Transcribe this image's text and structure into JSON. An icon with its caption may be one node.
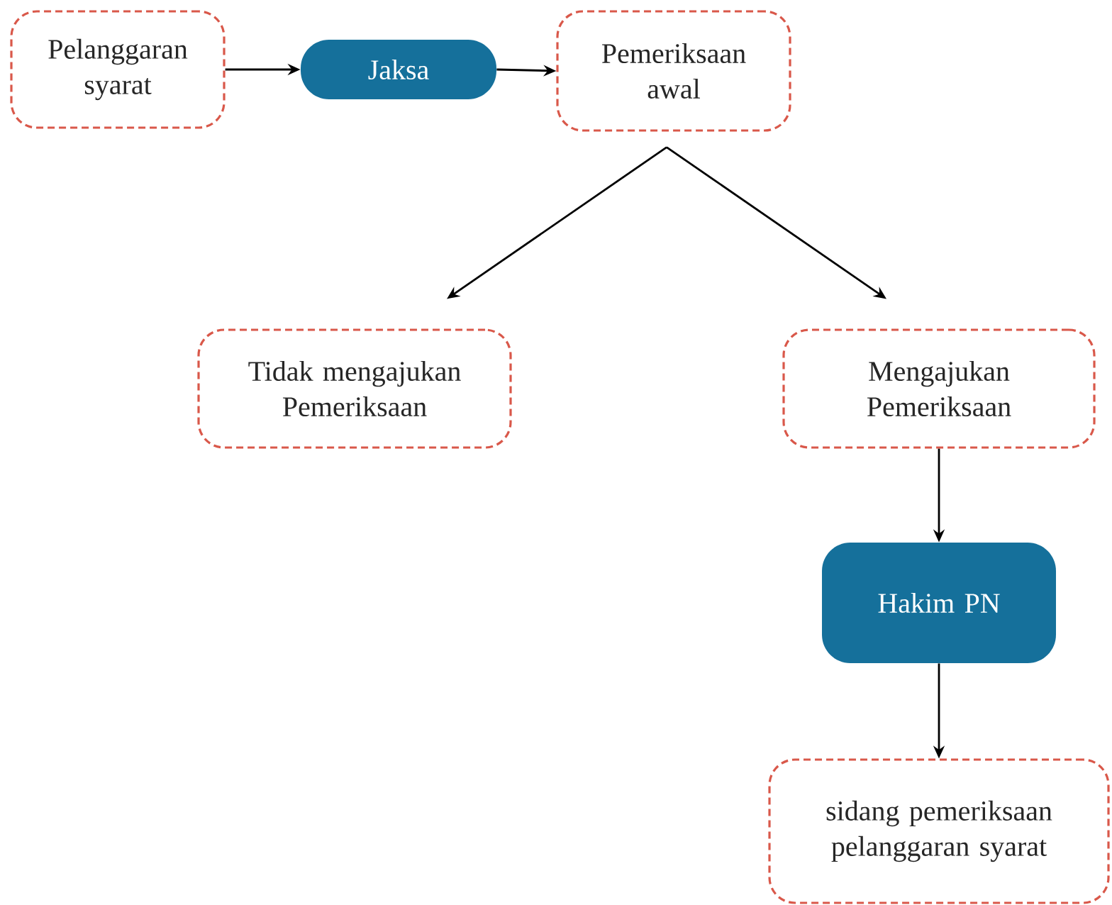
{
  "diagram": {
    "nodes": [
      {
        "text": [
          "Pelanggaran syarat"
        ]
      },
      {
        "text": [
          "Jaksa"
        ]
      },
      {
        "text": [
          "Pemeriksaan awal"
        ]
      },
      {
        "text": [
          "Tidak mengajukan Pemeriksaan"
        ]
      },
      {
        "text": [
          "Mengajukan Pemeriksaan"
        ]
      },
      {
        "text": [
          "Hakim PN"
        ]
      },
      {
        "text": [
          "sidang pemeriksaan pelanggaran syarat"
        ]
      }
    ],
    "edges": [
      {
        "from": 0,
        "to": 1,
        "arrow": "to"
      },
      {
        "from": 1,
        "to": 2,
        "arrow": "to"
      },
      {
        "from": 2,
        "to": 3,
        "arrow": "to"
      },
      {
        "from": 2,
        "to": 4,
        "arrow": "to"
      },
      {
        "from": 4,
        "to": 5,
        "arrow": "to"
      },
      {
        "from": 5,
        "to": 6,
        "arrow": "to"
      }
    ]
  }
}
